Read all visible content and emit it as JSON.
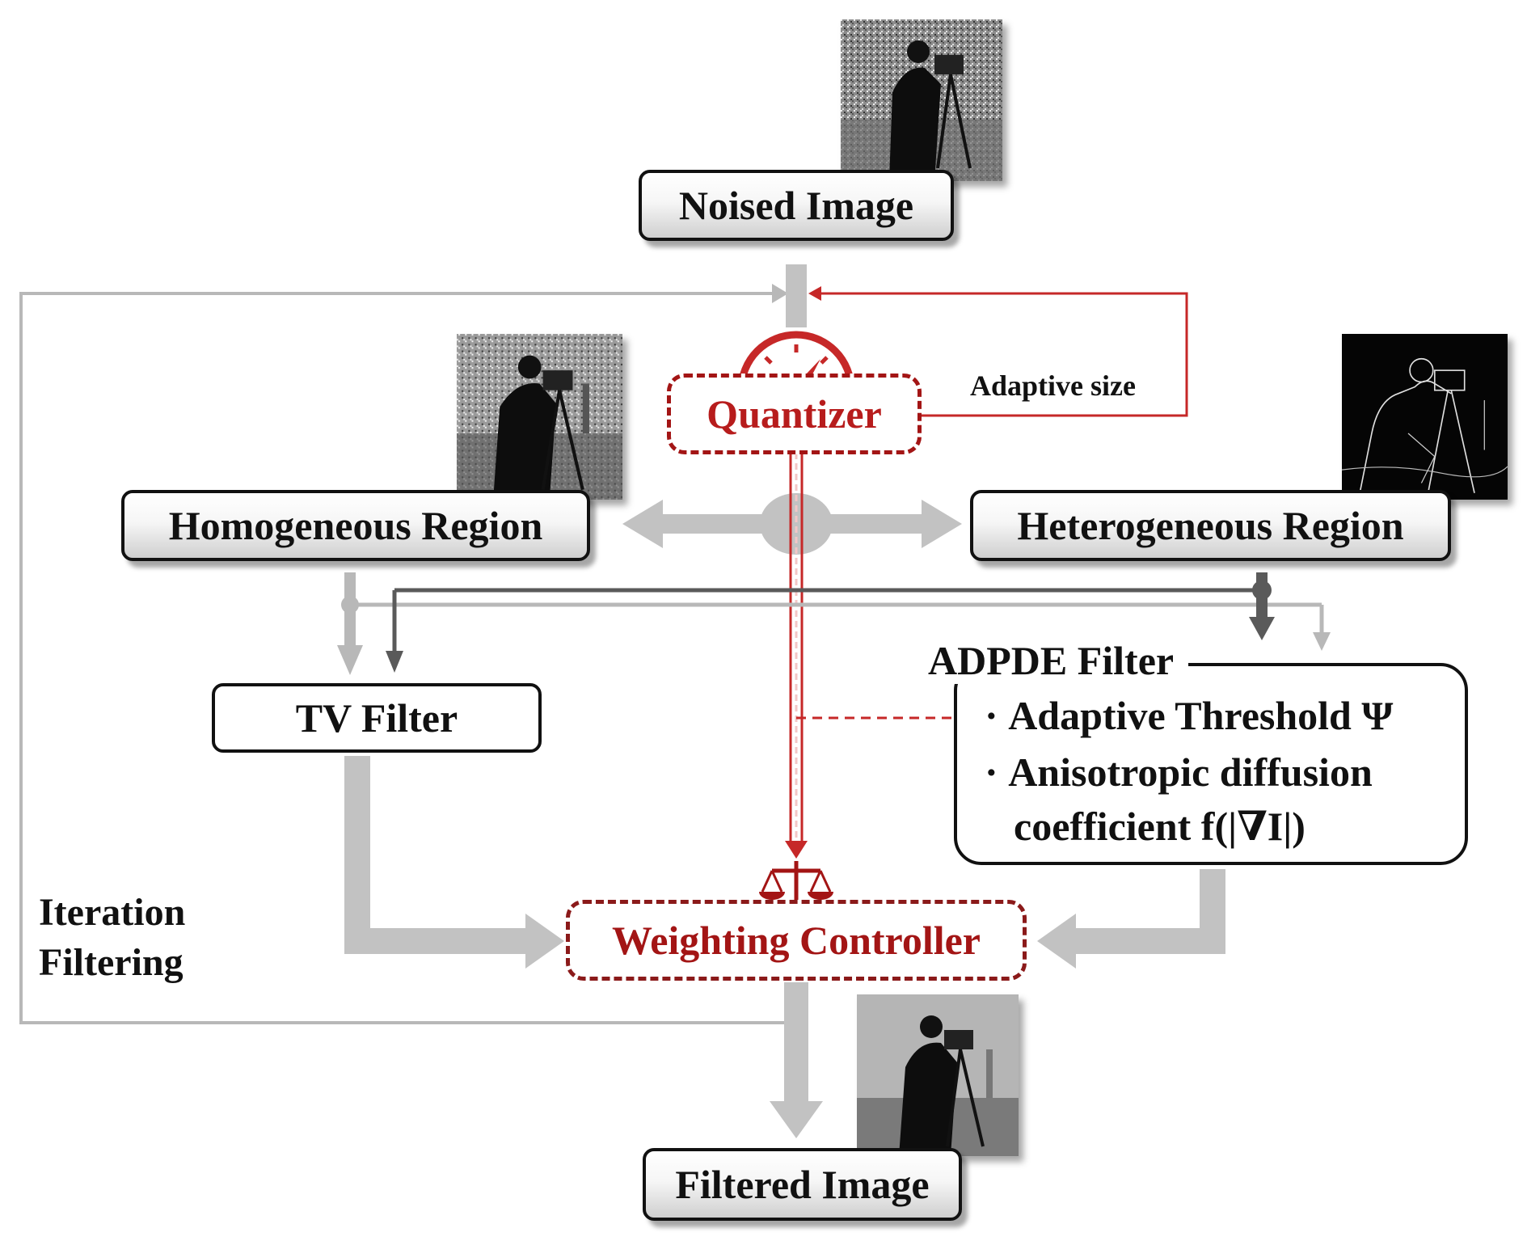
{
  "nodes": {
    "noised_image": "Noised Image",
    "quantizer": "Quantizer",
    "adaptive_size": "Adaptive size",
    "homogeneous_region": "Homogeneous Region",
    "heterogeneous_region": "Heterogeneous Region",
    "tv_filter": "TV Filter",
    "adpde_filter": "ADPDE Filter",
    "weighting_controller": "Weighting Controller",
    "filtered_image": "Filtered Image"
  },
  "adpde_items": [
    "Adaptive Threshold Ψ",
    "Anisotropic diffusion",
    "coefficient f(|∇I|)"
  ],
  "loop_label": [
    "Iteration",
    "Filtering"
  ],
  "icons": {
    "quantizer": "speedometer-icon",
    "weighting_controller": "balance-scale-icon",
    "images": "cameraman-photo-icon"
  },
  "colors": {
    "accent_red": "#b71c1c",
    "dark_red": "#a31515",
    "light_gray_arrow": "#b8b8b8",
    "dark_gray_line": "#5a5a5a"
  }
}
